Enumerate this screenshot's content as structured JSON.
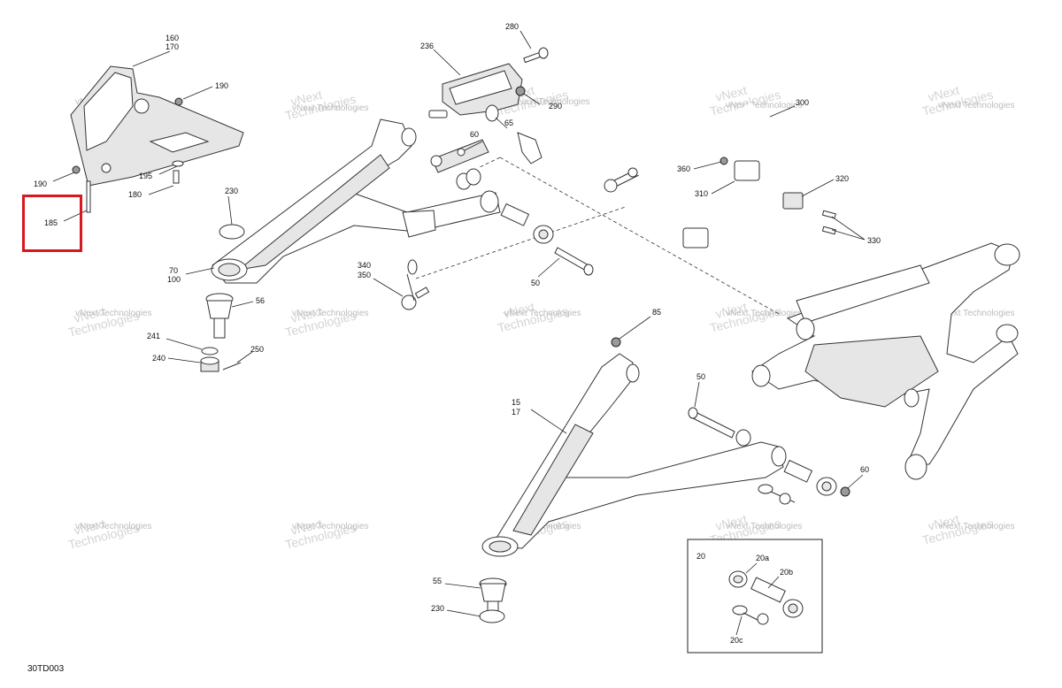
{
  "diagram": {
    "code": "30TD003",
    "highlight_color": "#d8171e",
    "watermark_line1": "vNext",
    "watermark_line2": "Technologies",
    "watermark_full": "vNext Technologies"
  },
  "callouts": [
    {
      "id": "c160",
      "label": "160"
    },
    {
      "id": "c170",
      "label": "170"
    },
    {
      "id": "c190a",
      "label": "190"
    },
    {
      "id": "c190b",
      "label": "190"
    },
    {
      "id": "c195",
      "label": "195"
    },
    {
      "id": "c180",
      "label": "180"
    },
    {
      "id": "c185",
      "label": "185"
    },
    {
      "id": "c230a",
      "label": "230"
    },
    {
      "id": "c70",
      "label": "70"
    },
    {
      "id": "c100",
      "label": "100"
    },
    {
      "id": "c56",
      "label": "56"
    },
    {
      "id": "c241",
      "label": "241"
    },
    {
      "id": "c240",
      "label": "240"
    },
    {
      "id": "c250",
      "label": "250"
    },
    {
      "id": "c236",
      "label": "236"
    },
    {
      "id": "c280",
      "label": "280"
    },
    {
      "id": "c290",
      "label": "290"
    },
    {
      "id": "c60a",
      "label": "60"
    },
    {
      "id": "c65",
      "label": "65"
    },
    {
      "id": "c340",
      "label": "340"
    },
    {
      "id": "c350",
      "label": "350"
    },
    {
      "id": "c50a",
      "label": "50"
    },
    {
      "id": "c300",
      "label": "300"
    },
    {
      "id": "c360",
      "label": "360"
    },
    {
      "id": "c310",
      "label": "310"
    },
    {
      "id": "c320",
      "label": "320"
    },
    {
      "id": "c330",
      "label": "330"
    },
    {
      "id": "c85",
      "label": "85"
    },
    {
      "id": "c15",
      "label": "15"
    },
    {
      "id": "c17",
      "label": "17"
    },
    {
      "id": "c50b",
      "label": "50"
    },
    {
      "id": "c60b",
      "label": "60"
    },
    {
      "id": "c55",
      "label": "55"
    },
    {
      "id": "c230b",
      "label": "230"
    },
    {
      "id": "c20",
      "label": "20"
    },
    {
      "id": "c20a",
      "label": "20a"
    },
    {
      "id": "c20b",
      "label": "20b"
    },
    {
      "id": "c20c",
      "label": "20c"
    }
  ]
}
